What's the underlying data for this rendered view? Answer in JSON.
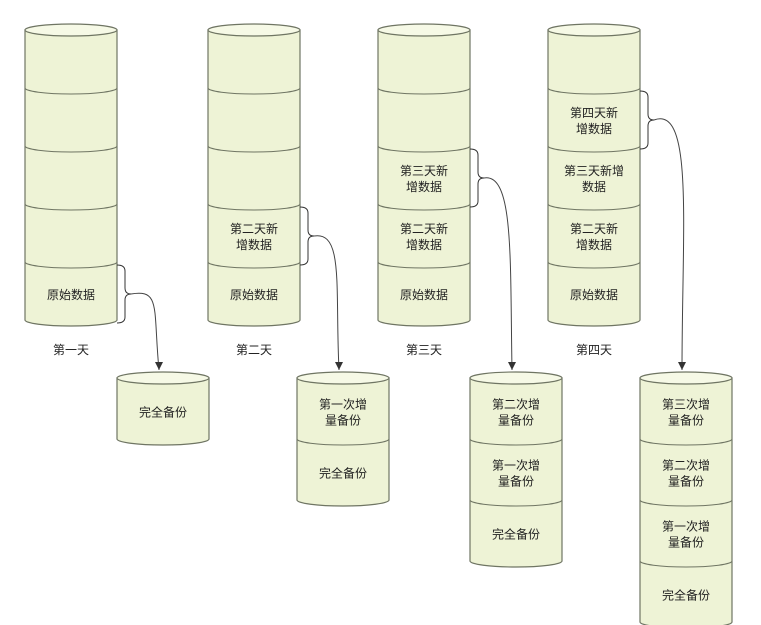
{
  "days": [
    {
      "label": "第一天",
      "segments": [
        [],
        [],
        [],
        [],
        [
          "原始数据"
        ]
      ],
      "backup": [
        [
          "完全备份"
        ]
      ]
    },
    {
      "label": "第二天",
      "segments": [
        [],
        [],
        [],
        [
          "第二天新",
          "增数据"
        ],
        [
          "原始数据"
        ]
      ],
      "backup": [
        [
          "第一次增",
          "量备份"
        ],
        [
          "完全备份"
        ]
      ]
    },
    {
      "label": "第三天",
      "segments": [
        [],
        [],
        [
          "第三天新",
          "增数据"
        ],
        [
          "第二天新",
          "增数据"
        ],
        [
          "原始数据"
        ]
      ],
      "backup": [
        [
          "第二次增",
          "量备份"
        ],
        [
          "第一次增",
          "量备份"
        ],
        [
          "完全备份"
        ]
      ]
    },
    {
      "label": "第四天",
      "segments": [
        [],
        [
          "第四天新",
          "增数据"
        ],
        [
          "第三天新增",
          "数据"
        ],
        [
          "第二天新",
          "增数据"
        ],
        [
          "原始数据"
        ]
      ],
      "backup": [
        [
          "第三次增",
          "量备份"
        ],
        [
          "第二次增",
          "量备份"
        ],
        [
          "第一次增",
          "量备份"
        ],
        [
          "完全备份"
        ]
      ]
    }
  ],
  "colors": {
    "fill": "#eef3d6",
    "top": "#f6f9e6",
    "stroke": "#6f7563",
    "text": "#222222"
  }
}
